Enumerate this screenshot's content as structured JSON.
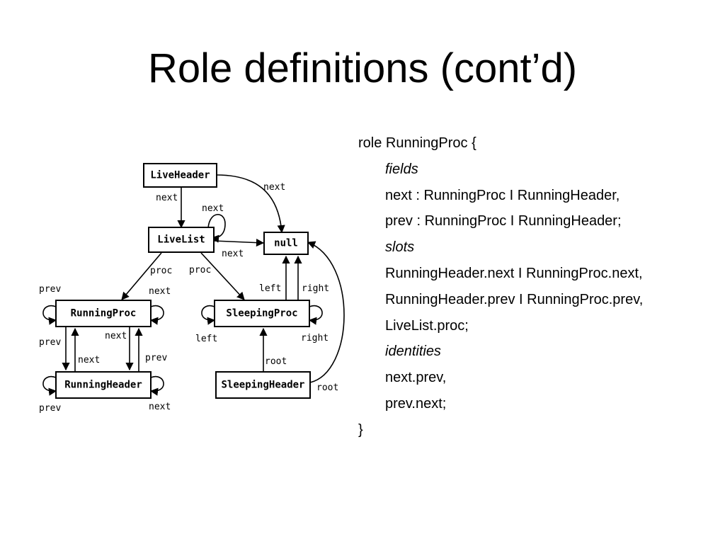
{
  "slide": {
    "title": "Role definitions (cont’d)"
  },
  "diagram": {
    "nodes": {
      "live_header": "LiveHeader",
      "live_list": "LiveList",
      "null": "null",
      "running_proc": "RunningProc",
      "sleeping_proc": "SleepingProc",
      "running_header": "RunningHeader",
      "sleeping_header": "SleepingHeader"
    },
    "edge_labels": {
      "lh_next_down": "next",
      "lh_next_null": "next",
      "ll_self_next": "next",
      "ll_next_null": "next",
      "ll_proc_left": "proc",
      "ll_proc_right": "proc",
      "rp_prev_self": "prev",
      "rp_next_self": "next",
      "rp_prev_down": "prev",
      "rh_next_up": "next",
      "rp_next_down": "next",
      "rh_prev_up": "prev",
      "rh_prev_self": "prev",
      "rh_next_self": "next",
      "sp_left_up": "left",
      "sp_right_up": "right",
      "sp_left_self": "left",
      "sp_right_self": "right",
      "sh_root_up": "root",
      "sh_root_null": "root"
    }
  },
  "code": {
    "line1": "role RunningProc {",
    "fields_kw": "fields",
    "field1": "next : RunningProc I RunningHeader,",
    "field2": "prev : RunningProc I RunningHeader;",
    "slots_kw": "slots",
    "slot1": "RunningHeader.next I RunningProc.next,",
    "slot2": "RunningHeader.prev I RunningProc.prev,",
    "slot3": "LiveList.proc;",
    "identities_kw": "identities",
    "id1": "next.prev,",
    "id2": "prev.next;",
    "close": "}"
  }
}
